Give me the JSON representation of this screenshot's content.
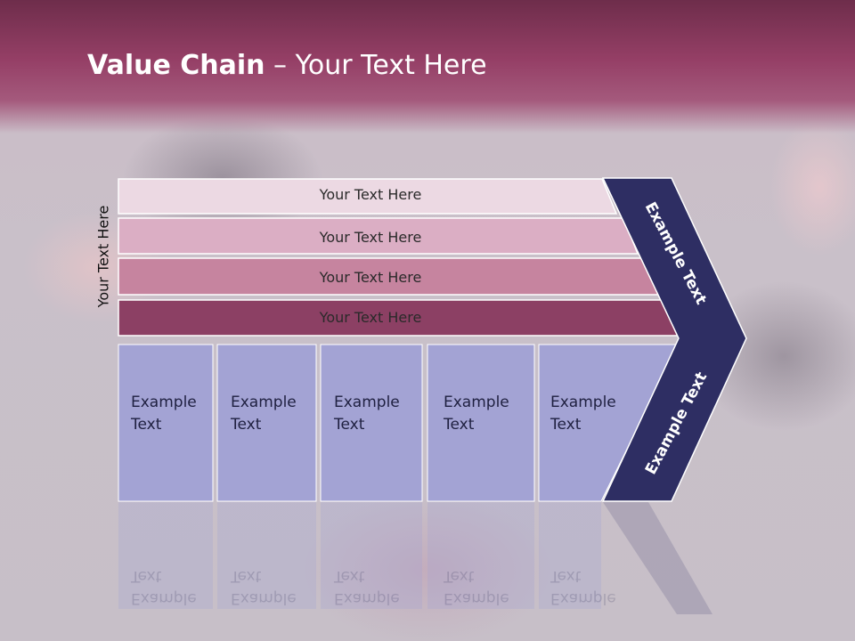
{
  "slide": {
    "title_bold": "Value Chain",
    "title_rest": " – Your Text Here",
    "side_label": "Your Text Here"
  },
  "rows": [
    {
      "label": "Your Text Here",
      "color": "#ecd9e3"
    },
    {
      "label": "Your Text Here",
      "color": "#dbaec4"
    },
    {
      "label": "Your Text Here",
      "color": "#c6849f"
    },
    {
      "label": "Your Text Here",
      "color": "#8c4064"
    }
  ],
  "columns": [
    {
      "line1": "Example",
      "line2": "Text"
    },
    {
      "line1": "Example",
      "line2": "Text"
    },
    {
      "line1": "Example",
      "line2": "Text"
    },
    {
      "line1": "Example",
      "line2": "Text"
    },
    {
      "line1": "Example",
      "line2": "Text"
    }
  ],
  "chevron": {
    "upper_label": "Example Text",
    "lower_label": "Example Text",
    "color": "#2e2e63"
  },
  "colors": {
    "column_fill": "#a3a3d4",
    "header_top": "#6e2d4b",
    "header_mid": "#953f66"
  }
}
